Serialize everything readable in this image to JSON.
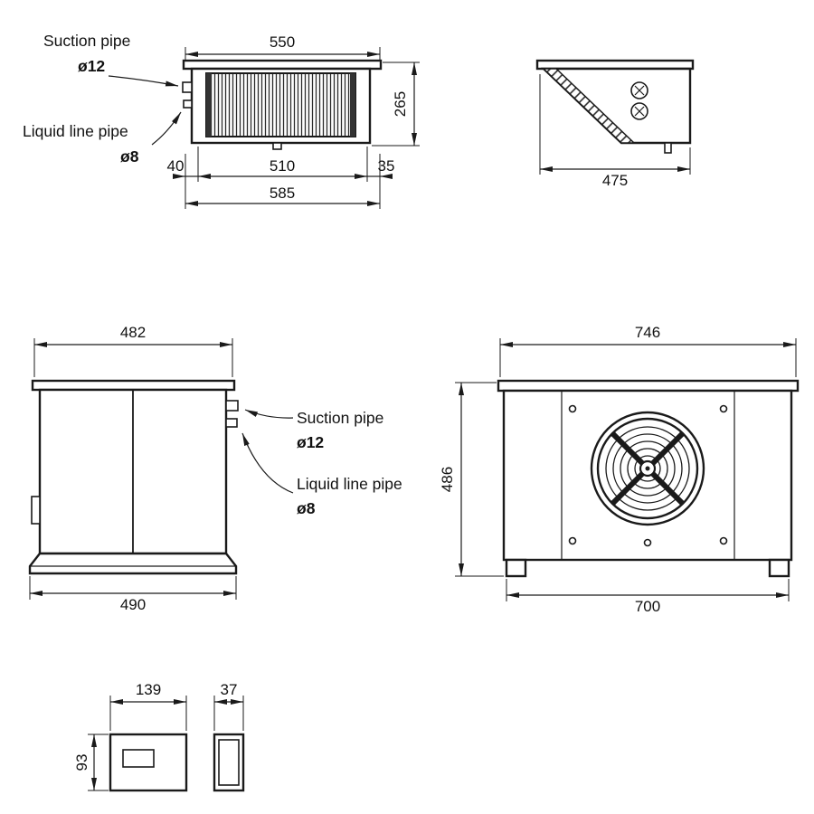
{
  "page": {
    "background": "#ffffff",
    "line_color": "#1a1a1a"
  },
  "labels": {
    "suction_pipe": "Suction pipe",
    "suction_dia": "ø12",
    "liquid_pipe": "Liquid line pipe",
    "liquid_dia": "ø8"
  },
  "views": {
    "evaporator_front": {
      "dim_flange_width": "550",
      "dim_height": "265",
      "dim_left_offset": "40",
      "dim_body_width": "510",
      "dim_right_offset": "35",
      "dim_total_width": "585"
    },
    "evaporator_side": {
      "dim_depth": "475"
    },
    "monoblock_side": {
      "dim_top_width": "482",
      "dim_base_width": "490"
    },
    "condenser_front": {
      "dim_top_width": "746",
      "dim_height": "486",
      "dim_feet_width": "700"
    },
    "controller": {
      "dim_width": "139",
      "dim_depth": "37",
      "dim_height": "93"
    }
  }
}
